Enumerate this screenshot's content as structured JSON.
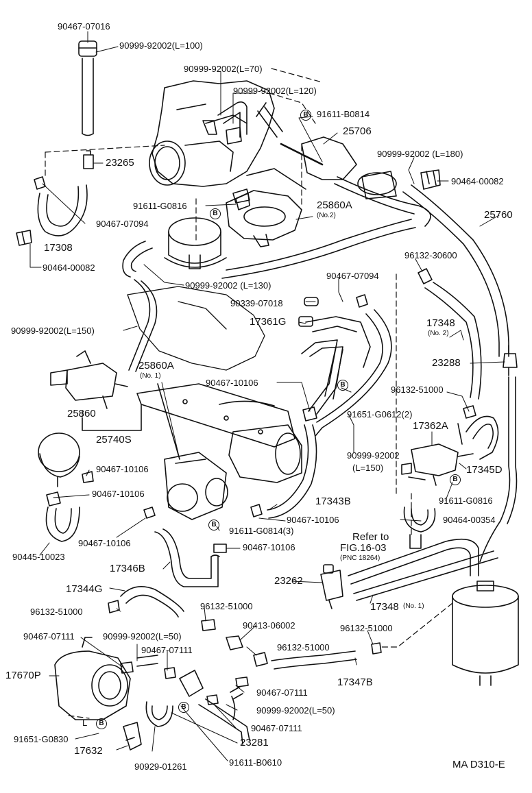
{
  "diagram": {
    "code": "MA D310-E",
    "labels": [
      {
        "id": "l1",
        "text": "90467-07016"
      },
      {
        "id": "l2",
        "text": "90999-92002(L=100)"
      },
      {
        "id": "l3",
        "text": "90999-92002(L=70)"
      },
      {
        "id": "l4",
        "text": "90999-92002(L=120)"
      },
      {
        "id": "l5",
        "text": "91611-B0814"
      },
      {
        "id": "l6",
        "text": "25706"
      },
      {
        "id": "l7",
        "text": "23265"
      },
      {
        "id": "l8",
        "text": "90999-92002 (L=180)"
      },
      {
        "id": "l9",
        "text": "90464-00082"
      },
      {
        "id": "l10",
        "text": "91611-G0816"
      },
      {
        "id": "l11",
        "text": "25860A"
      },
      {
        "id": "l12",
        "text": "(No.2)"
      },
      {
        "id": "l13",
        "text": "25760"
      },
      {
        "id": "l14",
        "text": "90467-07094"
      },
      {
        "id": "l15",
        "text": "17308"
      },
      {
        "id": "l16",
        "text": "90464-00082"
      },
      {
        "id": "l17",
        "text": "96132-30600"
      },
      {
        "id": "l18",
        "text": "90999-92002 (L=130)"
      },
      {
        "id": "l19",
        "text": "90467-07094"
      },
      {
        "id": "l20",
        "text": "90339-07018"
      },
      {
        "id": "l21",
        "text": "17361G"
      },
      {
        "id": "l22",
        "text": "90999-92002(L=150)"
      },
      {
        "id": "l23",
        "text": "17348"
      },
      {
        "id": "l24",
        "text": "(No. 2)"
      },
      {
        "id": "l25",
        "text": "23288"
      },
      {
        "id": "l26",
        "text": "25860A"
      },
      {
        "id": "l27",
        "text": "(No. 1)"
      },
      {
        "id": "l28",
        "text": "90467-10106"
      },
      {
        "id": "l29",
        "text": "96132-51000"
      },
      {
        "id": "l30",
        "text": "25860"
      },
      {
        "id": "l31",
        "text": "91651-G0612(2)"
      },
      {
        "id": "l32",
        "text": "17362A"
      },
      {
        "id": "l33",
        "text": "25740S"
      },
      {
        "id": "l34",
        "text": "90999-92002"
      },
      {
        "id": "l35",
        "text": "(L=150)"
      },
      {
        "id": "l36",
        "text": "17345D"
      },
      {
        "id": "l37",
        "text": "90467-10106"
      },
      {
        "id": "l38",
        "text": "90467-10106"
      },
      {
        "id": "l39",
        "text": "91611-G0816"
      },
      {
        "id": "l40",
        "text": "17343B"
      },
      {
        "id": "l41",
        "text": "90467-10106"
      },
      {
        "id": "l42",
        "text": "90464-00354"
      },
      {
        "id": "l43",
        "text": "90467-10106"
      },
      {
        "id": "l44",
        "text": "91611-G0814(3)"
      },
      {
        "id": "l45",
        "text": "Refer to"
      },
      {
        "id": "l46",
        "text": "FIG.16-03"
      },
      {
        "id": "l47",
        "text": "(PNC 18264)"
      },
      {
        "id": "l48",
        "text": "90445-10023"
      },
      {
        "id": "l49",
        "text": "90467-10106"
      },
      {
        "id": "l50",
        "text": "17346B"
      },
      {
        "id": "l51",
        "text": "23262"
      },
      {
        "id": "l52",
        "text": "17344G"
      },
      {
        "id": "l53",
        "text": "17348"
      },
      {
        "id": "l54",
        "text": "(No. 1)"
      },
      {
        "id": "l55",
        "text": "96132-51000"
      },
      {
        "id": "l56",
        "text": "96132-51000"
      },
      {
        "id": "l57",
        "text": "90413-06002"
      },
      {
        "id": "l58",
        "text": "96132-51000"
      },
      {
        "id": "l59",
        "text": "90467-07111"
      },
      {
        "id": "l60",
        "text": "90999-92002(L=50)"
      },
      {
        "id": "l61",
        "text": "90467-07111"
      },
      {
        "id": "l62",
        "text": "96132-51000"
      },
      {
        "id": "l63",
        "text": "17670P"
      },
      {
        "id": "l64",
        "text": "17347B"
      },
      {
        "id": "l65",
        "text": "90467-07111"
      },
      {
        "id": "l66",
        "text": "90999-92002(L=50)"
      },
      {
        "id": "l67",
        "text": "90467-07111"
      },
      {
        "id": "l68",
        "text": "91651-G0830"
      },
      {
        "id": "l69",
        "text": "23281"
      },
      {
        "id": "l70",
        "text": "17632"
      },
      {
        "id": "l71",
        "text": "90929-01261"
      },
      {
        "id": "l72",
        "text": "91611-B0610"
      },
      {
        "id": "l73",
        "text": "L"
      }
    ],
    "bolt_symbol": "B"
  }
}
